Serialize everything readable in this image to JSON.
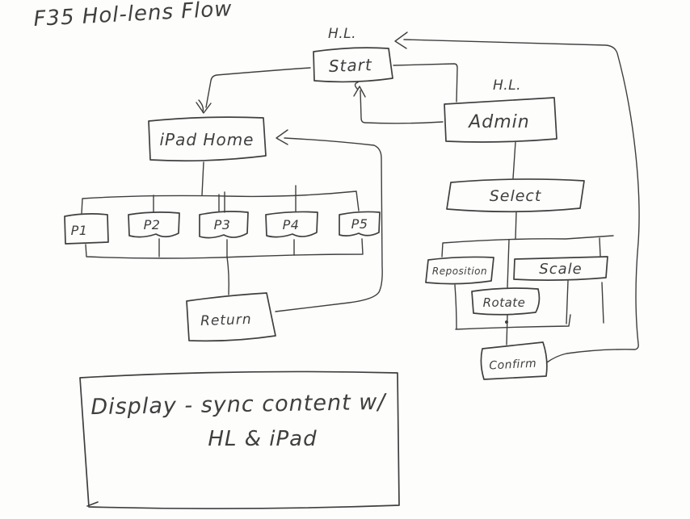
{
  "title": "F35 Hol-lens Flow",
  "labels": {
    "hl_start": "H.L.",
    "hl_admin": "H.L.",
    "start": "Start",
    "ipad_home": "iPad Home",
    "p1": "P1",
    "p2": "P2",
    "p3": "P3",
    "p4": "P4",
    "p5": "P5",
    "return": "Return",
    "admin": "Admin",
    "select": "Select",
    "reposition": "Reposition",
    "scale": "Scale",
    "rotate": "Rotate",
    "confirm": "Confirm",
    "display_line1": "Display - sync content w/",
    "display_line2": "HL & iPad"
  },
  "edges": [
    {
      "from": "Start",
      "to": "iPad Home"
    },
    {
      "from": "Start",
      "to": "Admin"
    },
    {
      "from": "Admin",
      "to": "Start"
    },
    {
      "from": "iPad Home",
      "to": "P1"
    },
    {
      "from": "iPad Home",
      "to": "P2"
    },
    {
      "from": "iPad Home",
      "to": "P3"
    },
    {
      "from": "iPad Home",
      "to": "P4"
    },
    {
      "from": "iPad Home",
      "to": "P5"
    },
    {
      "from": "P1,P2,P3,P4,P5",
      "to": "Return"
    },
    {
      "from": "Return",
      "to": "iPad Home"
    },
    {
      "from": "Admin",
      "to": "Select"
    },
    {
      "from": "Select",
      "to": "Reposition"
    },
    {
      "from": "Select",
      "to": "Rotate"
    },
    {
      "from": "Select",
      "to": "Scale"
    },
    {
      "from": "Reposition,Rotate,Scale",
      "to": "Confirm"
    },
    {
      "from": "Confirm",
      "to": "Start"
    }
  ],
  "colors": {
    "ink": "#3f3f3f",
    "paper": "#fdfdfb"
  }
}
